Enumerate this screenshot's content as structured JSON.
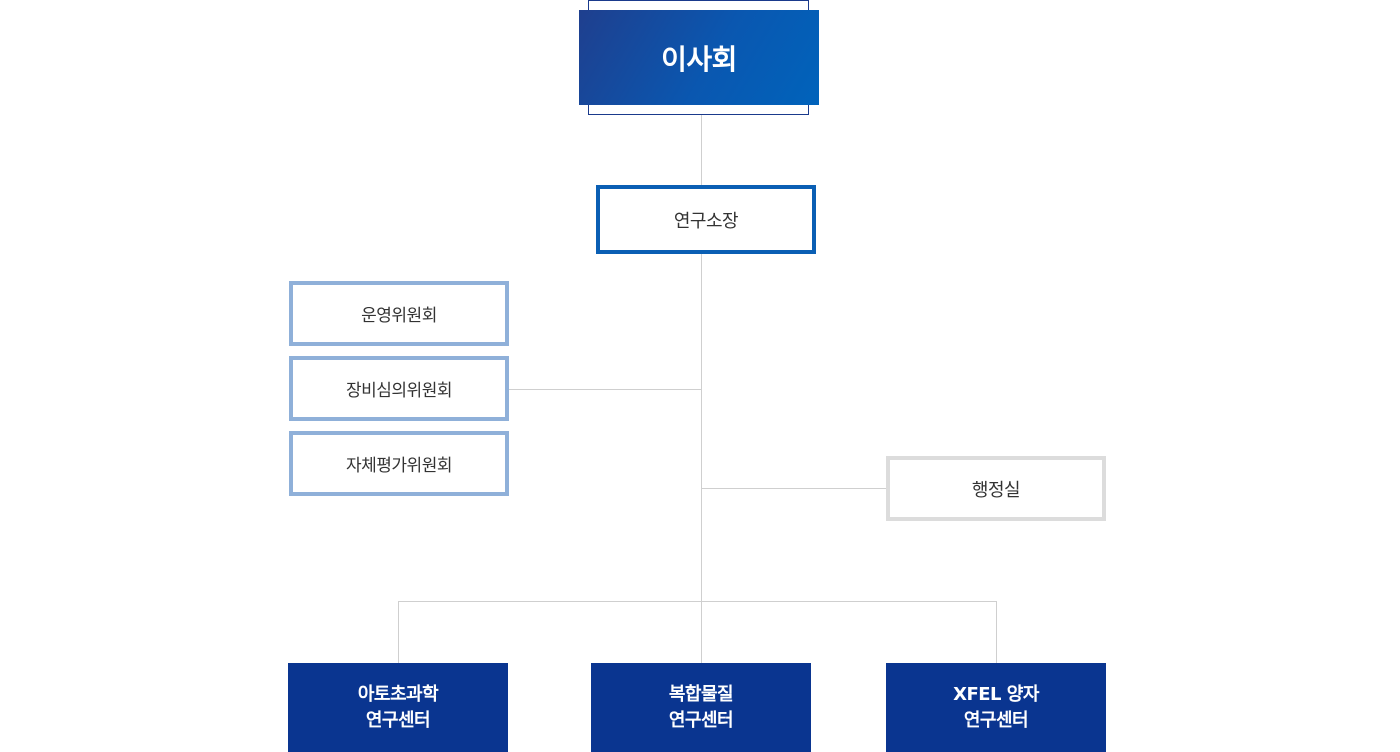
{
  "board": {
    "label": "이사회"
  },
  "director": {
    "label": "연구소장"
  },
  "committees": [
    {
      "label": "운영위원회"
    },
    {
      "label": "장비심의위원회"
    },
    {
      "label": "자체평가위원회"
    }
  ],
  "admin": {
    "label": "행정실"
  },
  "centers": [
    {
      "line1": "아토초과학",
      "line2": "연구센터"
    },
    {
      "line1": "복합물질",
      "line2": "연구센터"
    },
    {
      "line1": "XFEL 양자",
      "line2": "연구센터"
    }
  ],
  "colors": {
    "board_gradient_start": "#1f3f8e",
    "board_gradient_end": "#0063bb",
    "director_border": "#0a5fb4",
    "committee_border": "#8fb0d9",
    "admin_border": "#dcdcdc",
    "center_fill": "#0a3590",
    "connector": "#cfcfcf"
  }
}
